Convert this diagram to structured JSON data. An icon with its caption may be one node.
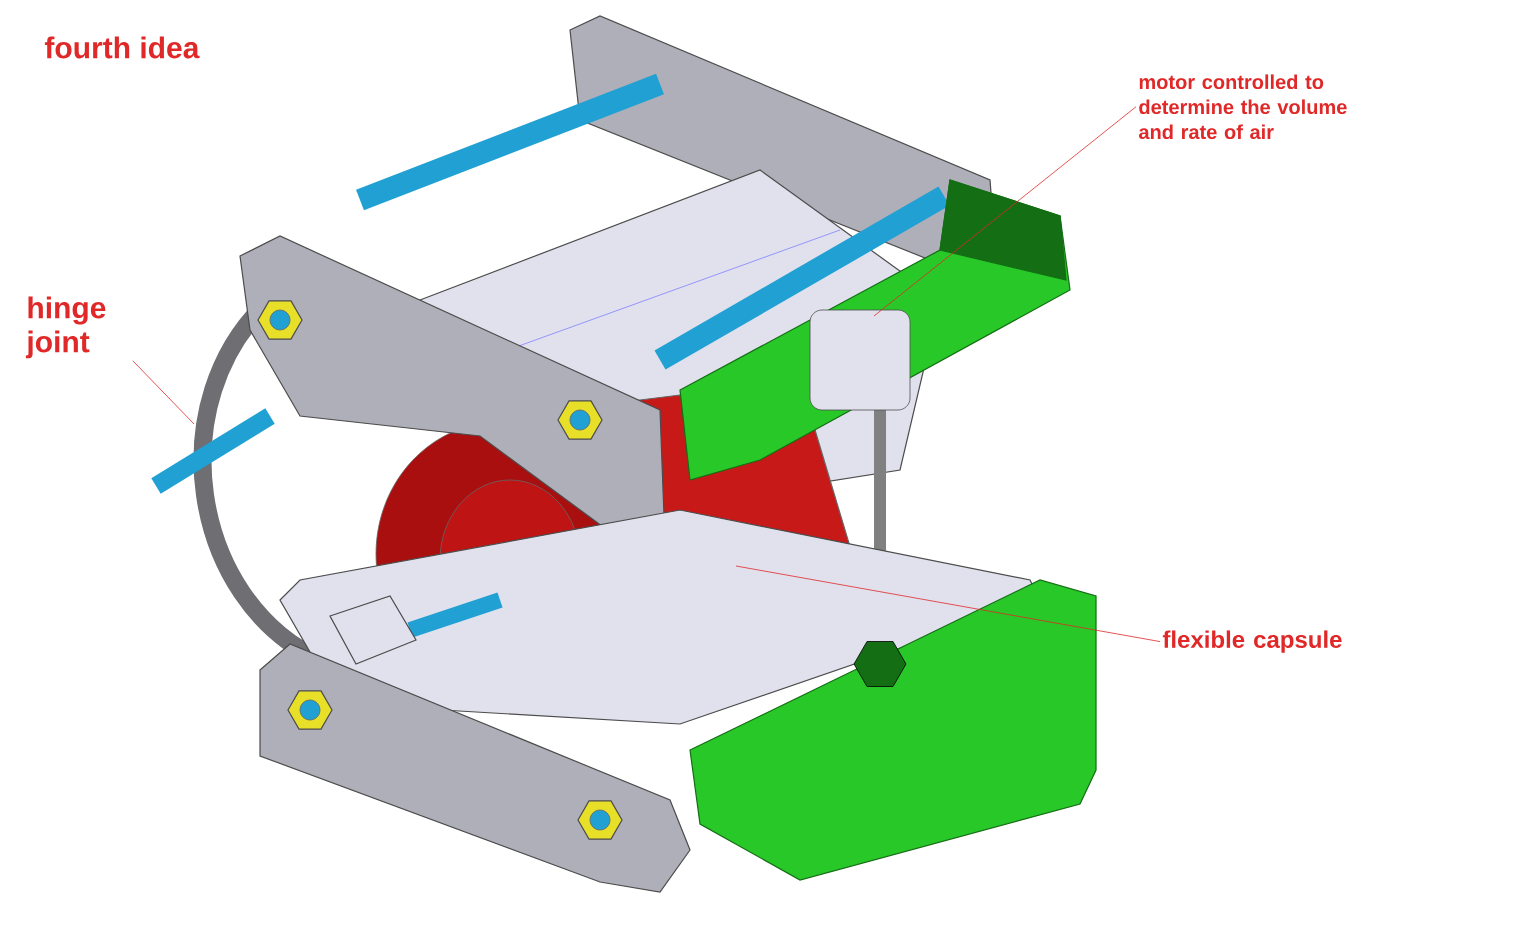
{
  "diagram": {
    "title": "fourth idea",
    "nodes": [
      {
        "text": [
          "hinge joint"
        ]
      },
      {
        "text": [
          "motor controlled to determine the volume and rate of air"
        ]
      },
      {
        "text": [
          "flexible capsule"
        ]
      }
    ],
    "edges": [
      {
        "from": 0,
        "to": null,
        "arrow": "none"
      },
      {
        "from": 1,
        "to": null,
        "arrow": "none"
      },
      {
        "from": 2,
        "to": null,
        "arrow": "none"
      }
    ]
  }
}
